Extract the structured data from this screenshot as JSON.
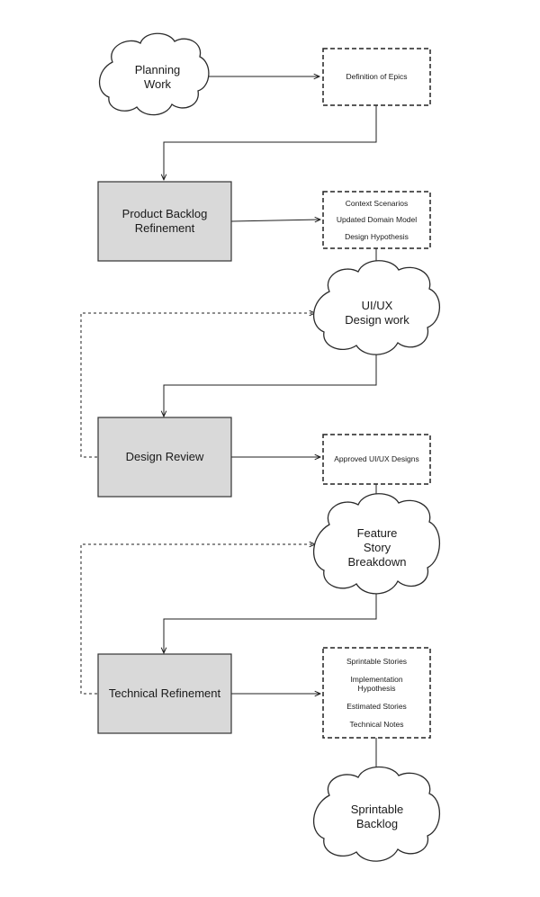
{
  "clouds": {
    "planning": "Planning\nWork",
    "uiux": "UI/UX\nDesign work",
    "feature": "Feature\nStory\nBreakdown",
    "sprintable": "Sprintable\nBacklog"
  },
  "processes": {
    "pbr": "Product Backlog\nRefinement",
    "design_review": "Design Review",
    "tech_refinement": "Technical Refinement"
  },
  "artifacts": {
    "epics": [
      "Definition of Epics"
    ],
    "context": [
      "Context Scenarios",
      "Updated Domain Model",
      "Design Hypothesis"
    ],
    "approved": [
      "Approved UI/UX Designs"
    ],
    "stories": [
      "Sprintable Stories",
      "Implementation\nHypothesis",
      "Estimated Stories",
      "Technical Notes"
    ]
  }
}
